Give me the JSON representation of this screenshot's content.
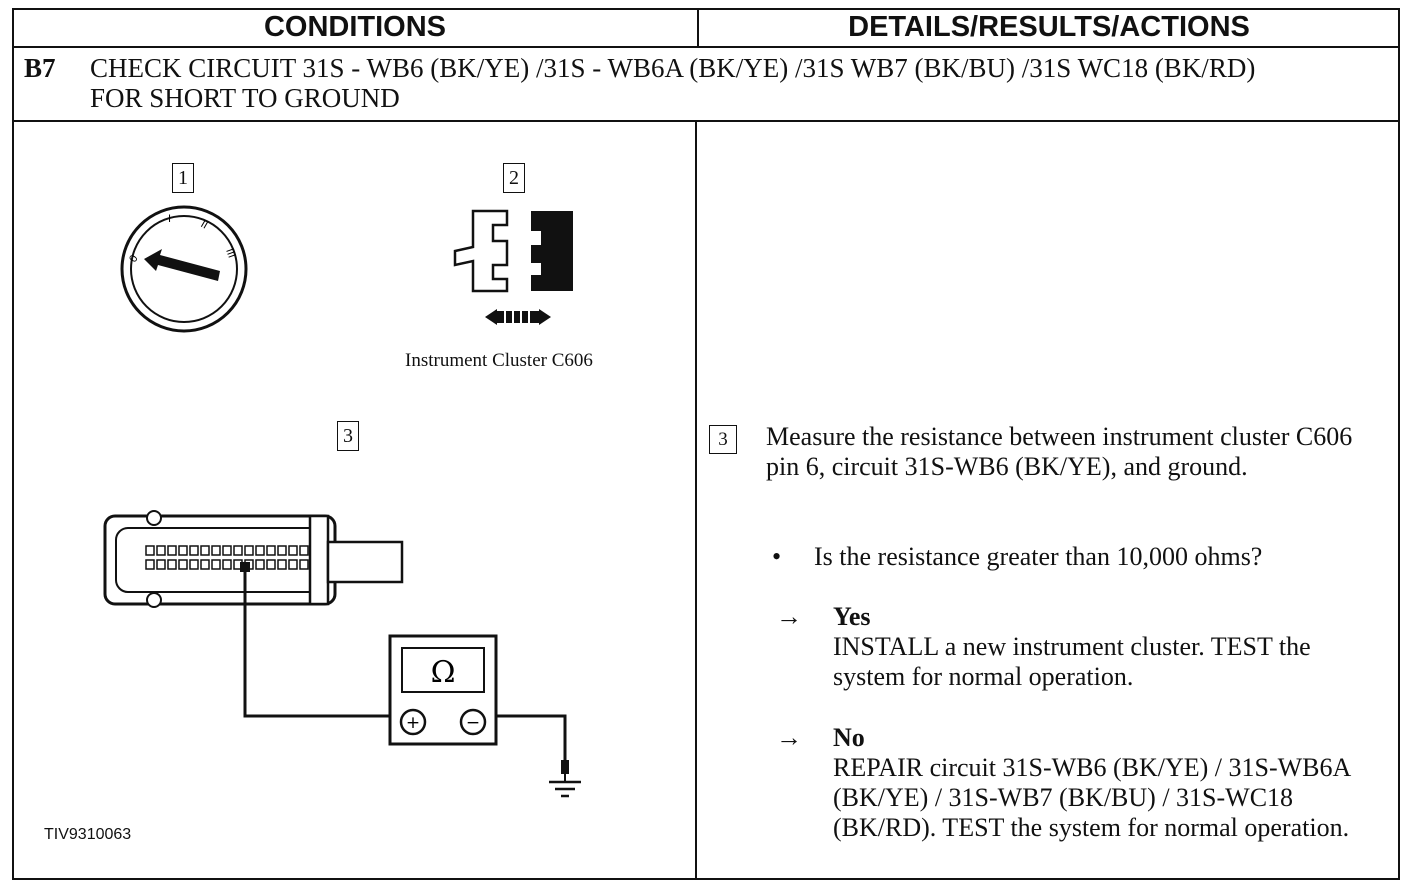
{
  "header": {
    "conditions": "CONDITIONS",
    "details": "DETAILS/RESULTS/ACTIONS"
  },
  "step": {
    "code": "B7",
    "title": "CHECK CIRCUIT 31S - WB6 (BK/YE) /31S - WB6A (BK/YE) /31S WB7 (BK/BU) /31S WC18 (BK/RD) FOR SHORT TO GROUND"
  },
  "illustration": {
    "callouts": [
      "1",
      "2",
      "3"
    ],
    "caption": "Instrument Cluster C606",
    "meter_symbol": "Ω",
    "meter_plus": "+",
    "meter_minus": "−",
    "figure_id": "TIV9310063",
    "ignition_positions": [
      "0",
      "I",
      "II",
      "III"
    ],
    "icons": [
      "ignition-switch-icon",
      "connector-disconnect-icon",
      "connector-probe-icon",
      "ohmmeter-icon",
      "ground-icon"
    ]
  },
  "details": {
    "callout": "3",
    "instruction": "Measure the resistance between instrument cluster C606 pin 6, circuit 31S-WB6 (BK/YE), and ground.",
    "question_bullet": "•",
    "question": "Is the resistance greater than 10,000 ohms?",
    "arrow": "→",
    "yes": {
      "label": "Yes",
      "action": "INSTALL a new instrument cluster. TEST the system for normal operation."
    },
    "no": {
      "label": "No",
      "action": "REPAIR circuit 31S-WB6 (BK/YE) / 31S-WB6A (BK/YE) / 31S-WB7 (BK/BU) / 31S-WC18 (BK/RD). TEST the system for normal operation."
    }
  }
}
